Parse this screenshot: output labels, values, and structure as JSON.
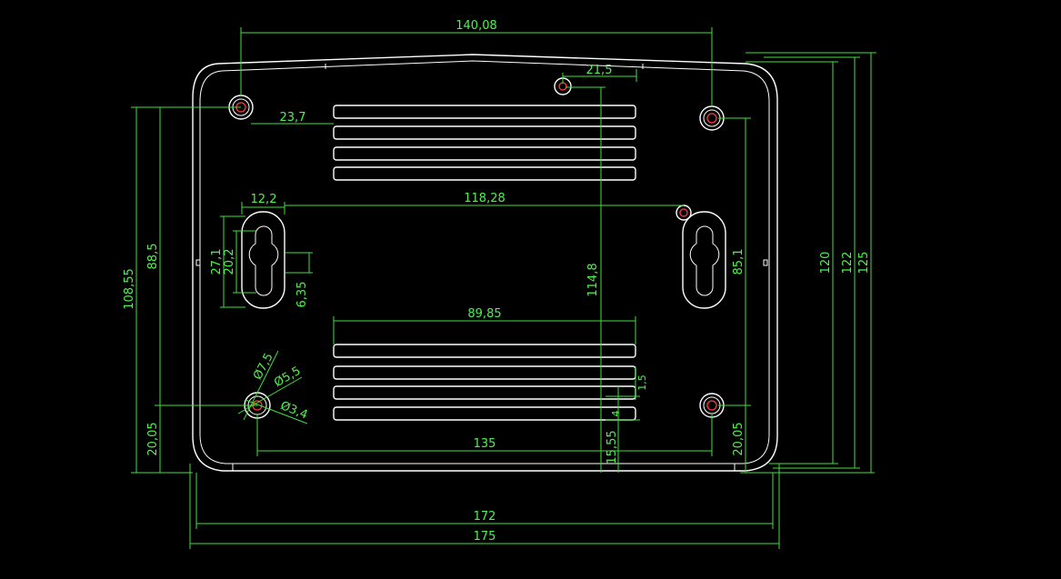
{
  "drawing": {
    "background": "#000000",
    "colors": {
      "outline": "#ffffff",
      "dimension": "#3fe03f",
      "hole_center": "#ff3b3b"
    },
    "dimensions": {
      "width_top": "140,08",
      "boss_offset": "21,5",
      "vent_offset": "23,7",
      "slot_width": "12,2",
      "slot_spacing": "118,28",
      "height_left_outer": "108,55",
      "height_left_inner": "88,5",
      "slot_height_outer": "27,1",
      "slot_height_inner": "20,2",
      "slot_neck": "6,35",
      "center_height": "114,8",
      "right_height": "85,1",
      "height_120": "120",
      "height_122": "122",
      "height_125": "125",
      "vent_width": "89,85",
      "dia_outer": "Ø7,5",
      "dia_mid": "Ø5,5",
      "dia_inner": "Ø3,4",
      "vent_gap": "1,5",
      "vent_bar": "4",
      "bottom_offset_center": "15,55",
      "bottom_left_height": "20,05",
      "bottom_right_height": "20,05",
      "hole_spacing": "135",
      "width_172": "172",
      "width_175": "175"
    }
  }
}
